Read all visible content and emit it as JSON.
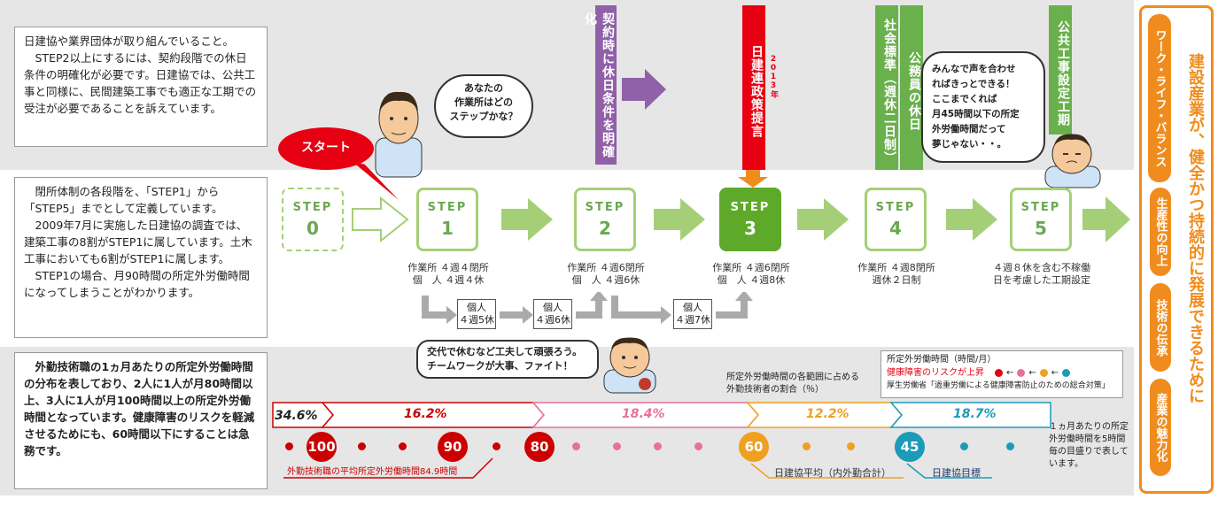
{
  "left_texts": {
    "top": "日建協や業界団体が取り組んでいること。\n　STEP2以上にするには、契約段階での休日条件の明確化が必要です。日建協では、公共工事と同様に、民間建築工事でも適正な工期での受注が必要であることを訴えています。",
    "mid": "　閉所体制の各段階を、「STEP1」から「STEP5」までとして定義しています。\n　2009年7月に実施した日建協の調査では、建築工事の8割がSTEP1に属しています。土木工事においても6割がSTEP1に属します。\n　STEP1の場合、月90時間の所定外労働時間になってしまうことがわかります。",
    "bottom": "　外勤技術職の1ヵ月あたりの所定外労働時間の分布を表しており、2人に1人が月80時間以上、3人に1人が月100時間以上の所定外労働時間となっています。健康障害のリスクを軽減させるためにも、60時間以下にすることは急務です。"
  },
  "start_label": "スタート",
  "bubbles": {
    "man1": "あなたの\n作業所はどの\nステップかな？",
    "man2": "交代で休むなど工夫して頑張ろう。\nチームワークが大事、ファイト！",
    "man3": "みんなで声を合わせ\nればきっとできる！\nここまでくれば\n月45時間以下の所定\n外労働時間だって\n夢じゃない・・。"
  },
  "vertical_labels": {
    "contract": "契約時に休日条件を明確化",
    "nikkenren": "日建連政策提言",
    "nikkenren_year": "2013年",
    "social": "社会標準（週休二日制）",
    "public_holiday": "公務員の休日",
    "public_works": "公共工事設定工期"
  },
  "colors": {
    "contract": "#9060a8",
    "nikkenren": "#e60012",
    "social": "#6ab04c",
    "step_border": "#a5cf77",
    "step_active": "#5ea92a",
    "orange": "#f08c1e"
  },
  "steps": [
    {
      "label": "STEP",
      "num": "0"
    },
    {
      "label": "STEP",
      "num": "1",
      "d1": "作業所 ４週４閉所",
      "d2": "個　人 ４週４休"
    },
    {
      "label": "STEP",
      "num": "2",
      "d1": "作業所 ４週6閉所",
      "d2": "個　人 ４週6休"
    },
    {
      "label": "STEP",
      "num": "3",
      "d1": "作業所 ４週6閉所",
      "d2": "個　人 ４週8休"
    },
    {
      "label": "STEP",
      "num": "4",
      "d1": "作業所 ４週8閉所",
      "d2": "週休２日制"
    },
    {
      "label": "STEP",
      "num": "5",
      "d1": "４週８休を含む不稼働",
      "d2": "日を考慮した工期設定"
    }
  ],
  "small_boxes": [
    {
      "l1": "個人",
      "l2": "４週5休"
    },
    {
      "l1": "個人",
      "l2": "４週6休"
    },
    {
      "l1": "個人",
      "l2": "４週7休"
    }
  ],
  "legend": {
    "title": "所定外労働時間（時間/月）",
    "risk_label": "健康障害のリスクが上昇",
    "source": "厚生労働省「過重労働による健康障害防止のための総合対策」"
  },
  "ratio_note": "所定外労働時間の各範囲に占める\n外勤技術者の割合（％）",
  "segments": [
    "34.6%",
    "16.2%",
    "18.4%",
    "12.2%",
    "18.7%"
  ],
  "circles": [
    "100",
    "90",
    "80",
    "60",
    "45"
  ],
  "scale_labels": {
    "avg": "外勤技術職の平均所定外労働時間84.9時間",
    "nikken_avg": "日建協平均（内外勤合計）",
    "target": "日建協目標",
    "note": "１ヵ月あたりの所定外労働時間を5時間毎の目盛りで表しています。"
  },
  "wlb": {
    "title": "ワーク・ライフ・バランス",
    "main": "建設産業が、健全かつ持続的に発展できるために",
    "pills": [
      "生産性の向上",
      "技術の伝承",
      "産業の魅力化"
    ]
  }
}
